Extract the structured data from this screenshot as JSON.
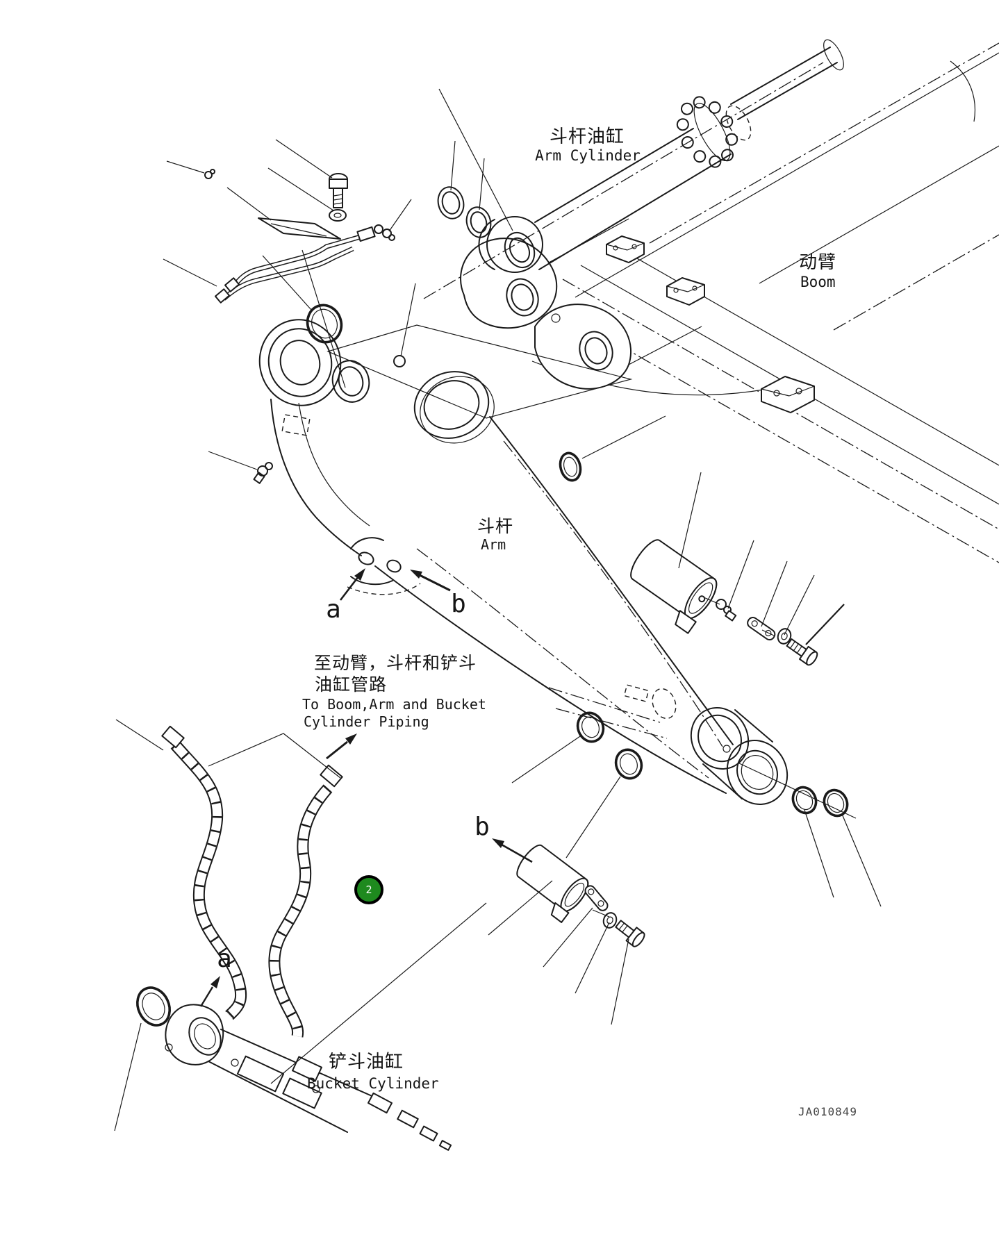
{
  "page": {
    "background": "#ffffff",
    "line_color": "#1a1a1a"
  },
  "drawing_code": "JA010849",
  "labels": {
    "arm_cylinder": {
      "zh": "斗杆油缸",
      "en": "Arm Cylinder"
    },
    "boom": {
      "zh": "动臂",
      "en": "Boom"
    },
    "arm": {
      "zh": "斗杆",
      "en": "Arm"
    },
    "piping_note": {
      "zh_line1": "至动臂，斗杆和铲斗",
      "zh_line2": "油缸管路",
      "en_line1": "To Boom,Arm and Bucket",
      "en_line2": "Cylinder Piping"
    },
    "bucket_cylinder": {
      "zh": "铲斗油缸",
      "en": "Bucket Cylinder"
    }
  },
  "callouts": {
    "view_a_upper": "a",
    "view_b_upper": "b",
    "view_b_lower": "b",
    "view_a_lower": "a"
  },
  "part_marker": {
    "number": "2",
    "fill_color": "#1e8a1e",
    "ring_color": "#000000",
    "text_color": "#ffffff"
  }
}
